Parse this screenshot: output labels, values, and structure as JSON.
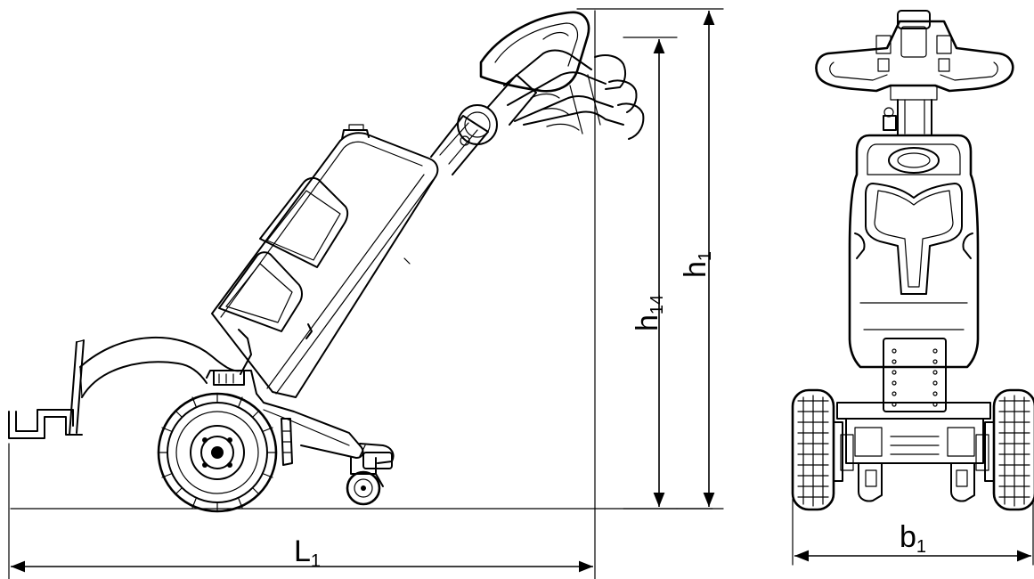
{
  "dimensions": {
    "overall_length": {
      "main": "L",
      "sub": "1"
    },
    "height_tiller_top": {
      "main": "h",
      "sub": "1"
    },
    "height_tiller_handle": {
      "main": "h",
      "sub": "14"
    },
    "overall_width": {
      "main": "b",
      "sub": "1"
    }
  },
  "colors": {
    "line": "#000000",
    "background": "#ffffff"
  }
}
